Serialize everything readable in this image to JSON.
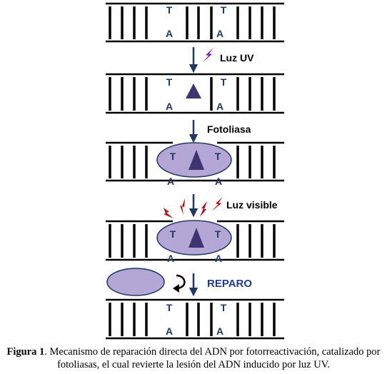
{
  "strand_base_top": "T",
  "strand_base_bottom": "A",
  "steps": {
    "uv_label": "Luz UV",
    "enzyme_label": "Fotoliasa",
    "visible_label": "Luz visible",
    "repair_label": "REPARO"
  },
  "caption": {
    "label": "Figura 1",
    "text": ". Mecanismo de reparación directa del ADN por fotorreactivación, catalizado por fotoliasas, el cual revierte la lesión del ADN inducido por luz UV."
  },
  "colors": {
    "dna_line": "#000000",
    "base_text": "#1f3864",
    "arrow": "#1f3864",
    "enzyme_fill": "#b4a7d6",
    "enzyme_stroke": "#1f3864",
    "dimer": "#3d3470",
    "uv_bolt": "#7b2fbe",
    "visible_bolt": "#c00000",
    "repair_text": "#1f3a93"
  },
  "icons": [
    "lightning-bolt-icon",
    "curved-arrow-icon",
    "down-arrow-icon"
  ]
}
